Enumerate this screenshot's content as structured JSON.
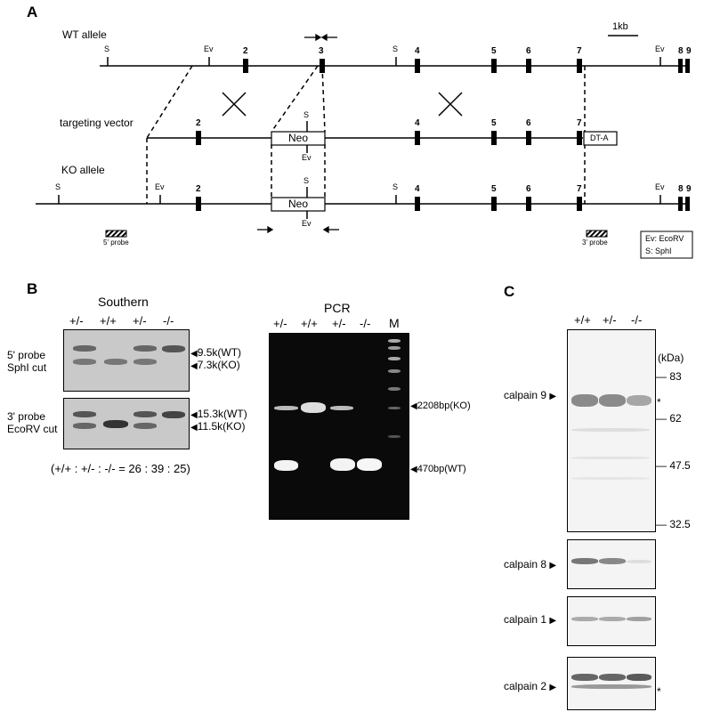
{
  "panels": {
    "a": "A",
    "b": "B",
    "c": "C"
  },
  "panelA": {
    "scale_bar": "1kb",
    "wt_label": "WT allele",
    "tv_label": "targeting vector",
    "ko_label": "KO allele",
    "site_s": "S",
    "site_ev": "Ev",
    "exons": [
      "2",
      "3",
      "4",
      "5",
      "6",
      "7",
      "8",
      "9"
    ],
    "neo": "Neo",
    "dta": "DT-A",
    "probe5": "5' probe",
    "probe3": "3' probe",
    "legend": [
      "Ev: EcoRV",
      "S: SphI"
    ]
  },
  "southern": {
    "title": "Southern",
    "lanes": [
      "+/-",
      "+/+",
      "+/-",
      "-/-"
    ],
    "probe5_label": [
      "5' probe",
      "SphI cut"
    ],
    "probe3_label": [
      "3' probe",
      "EcoRV cut"
    ],
    "bands5": [
      "9.5k(WT)",
      "7.3k(KO)"
    ],
    "bands3": [
      "15.3k(WT)",
      "11.5k(KO)"
    ],
    "ratio": "(+/+ : +/- : -/- = 26 : 39 : 25)"
  },
  "pcr": {
    "title": "PCR",
    "lanes": [
      "+/-",
      "+/+",
      "+/-",
      "-/-",
      "M"
    ],
    "bands": [
      "2208bp(KO)",
      "470bp(WT)"
    ]
  },
  "western": {
    "lanes": [
      "+/+",
      "+/-",
      "-/-"
    ],
    "kda": "(kDa)",
    "markers": [
      "83",
      "62",
      "47.5",
      "32.5"
    ],
    "labels": [
      "calpain 9",
      "calpain 8",
      "calpain 1",
      "calpain 2"
    ],
    "asterisk": "*"
  }
}
